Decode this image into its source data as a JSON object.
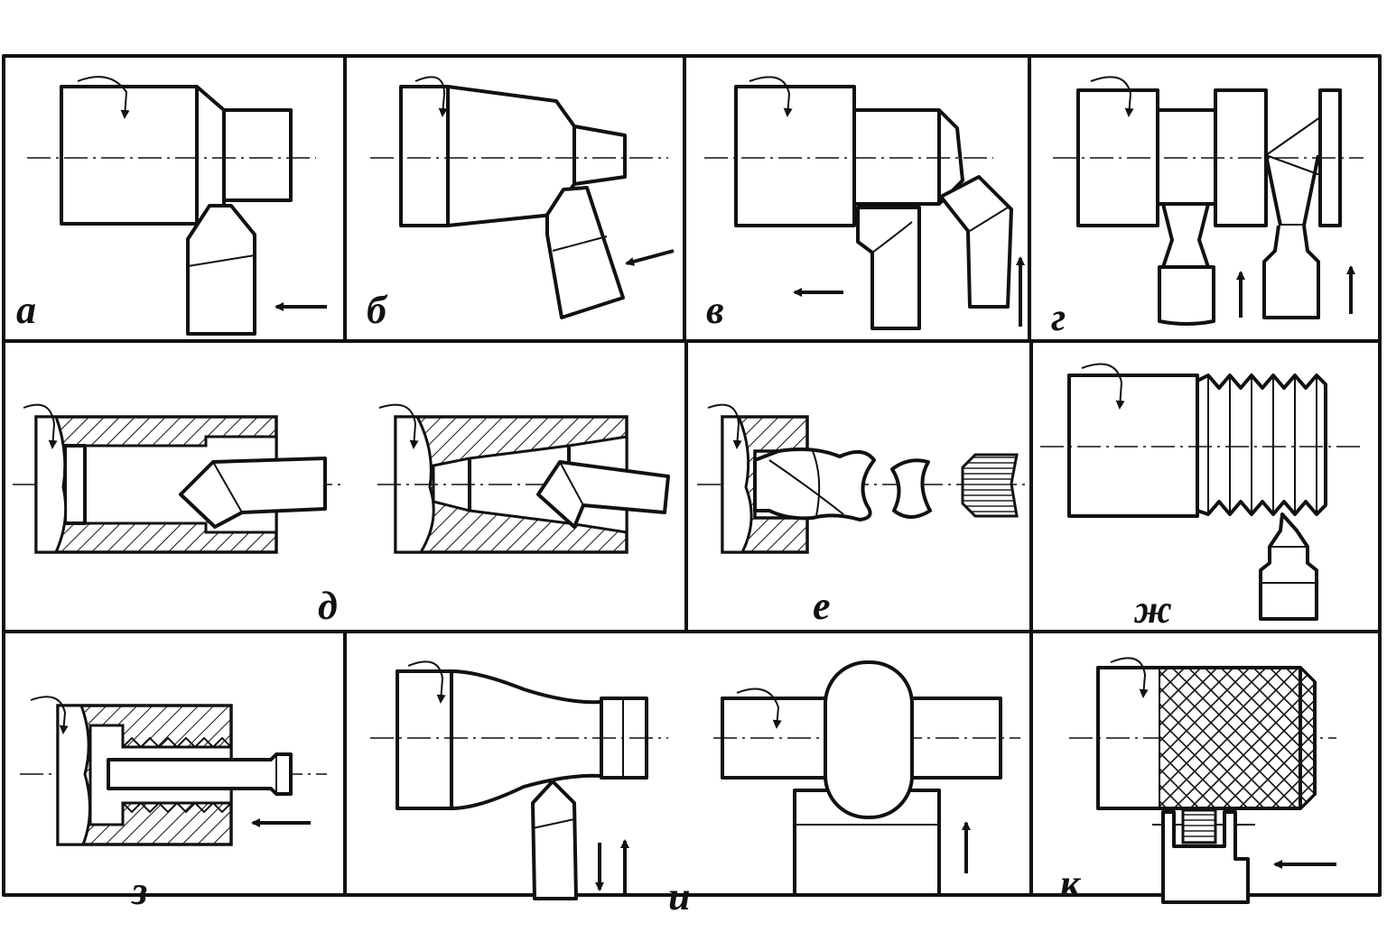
{
  "labels": {
    "a": "а",
    "b": "б",
    "v": "в",
    "g": "г",
    "d": "д",
    "e": "е",
    "zh": "ж",
    "z": "з",
    "i": "и",
    "k": "к"
  }
}
